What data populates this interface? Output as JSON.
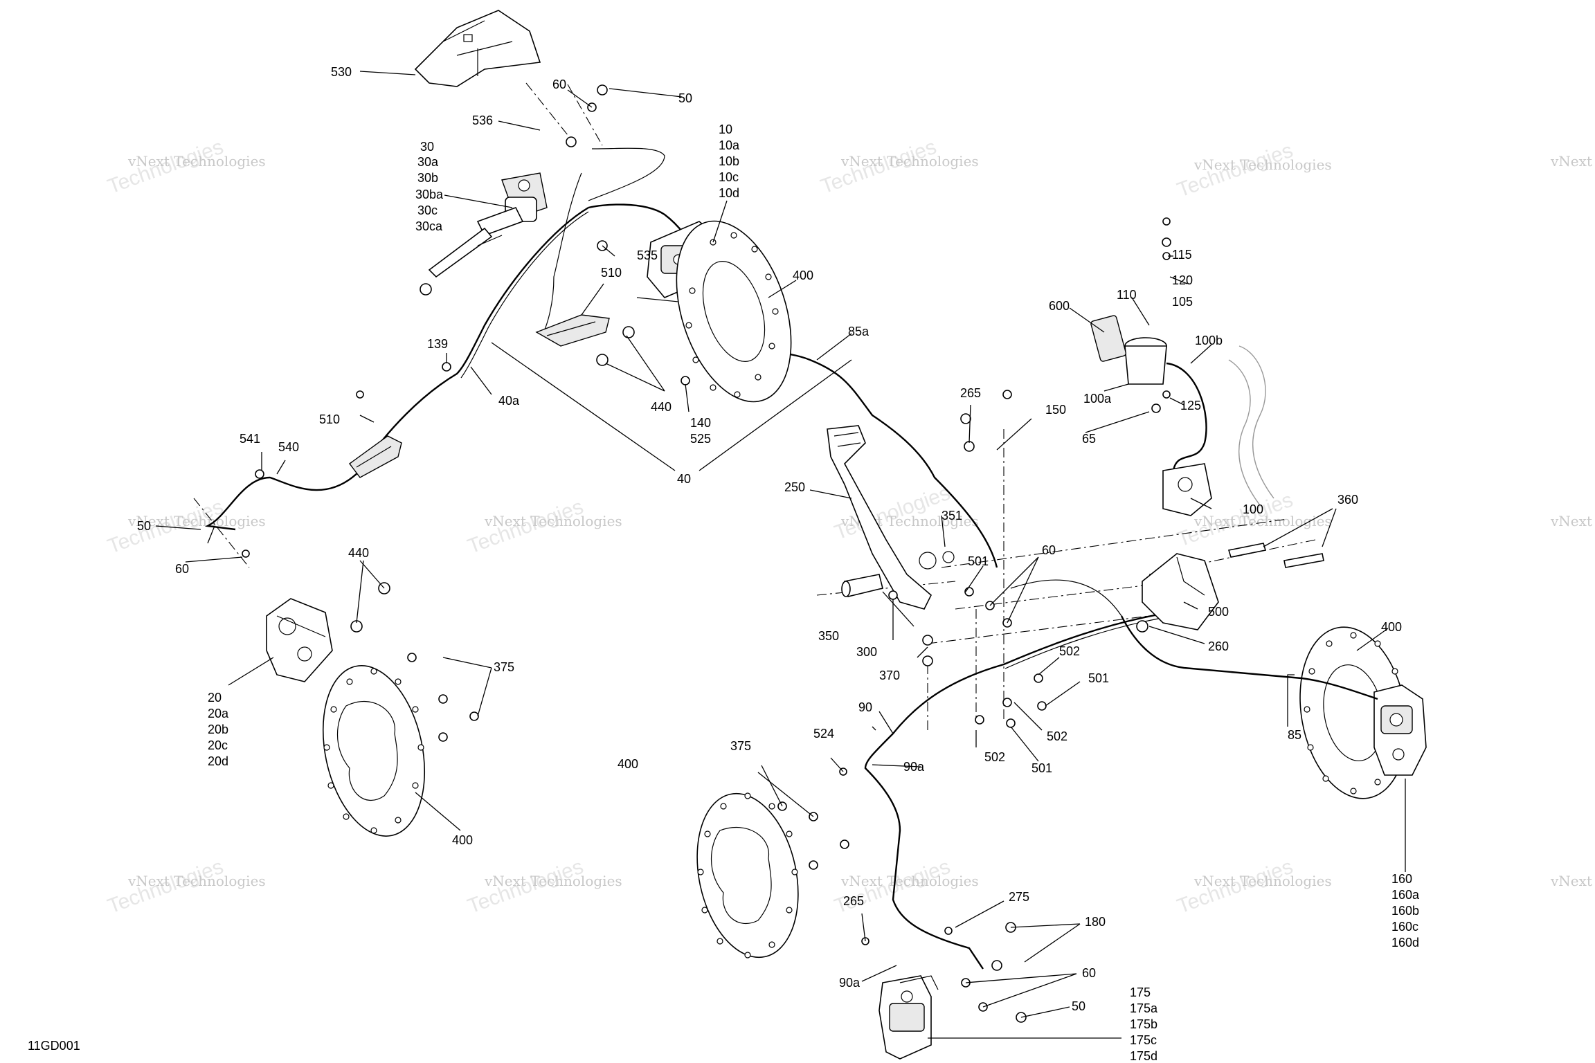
{
  "diagram_id": "11GD001",
  "watermark": {
    "line1": "vNext Technologies",
    "line2": "Technologies",
    "corner": "vNext"
  },
  "callouts": {
    "c530": "530",
    "c60a": "60",
    "c50a": "50",
    "c536": "536",
    "c30": "30",
    "c30a": "30a",
    "c30b": "30b",
    "c30ba": "30ba",
    "c30c": "30c",
    "c30ca": "30ca",
    "c10": "10",
    "c10a": "10a",
    "c10b": "10b",
    "c10c": "10c",
    "c10d": "10d",
    "c535": "535",
    "c510a": "510",
    "c400a": "400",
    "c85a": "85a",
    "c139": "139",
    "c40a": "40a",
    "c440a": "440",
    "c140": "140",
    "c525": "525",
    "c40": "40",
    "c510b": "510",
    "c541": "541",
    "c540": "540",
    "c50b": "50",
    "c60b": "60",
    "c440b": "440",
    "c20": "20",
    "c20a": "20a",
    "c20b": "20b",
    "c20c": "20c",
    "c20d": "20d",
    "c375a": "375",
    "c400b": "400",
    "c600": "600",
    "c110": "110",
    "c115": "115",
    "c120": "120",
    "c105": "105",
    "c100b": "100b",
    "c100a": "100a",
    "c125": "125",
    "c65": "65",
    "c100": "100",
    "c265a": "265",
    "c150": "150",
    "c250": "250",
    "c351": "351",
    "c350": "350",
    "c300": "300",
    "c501a": "501",
    "c60c": "60",
    "c360": "360",
    "c500": "500",
    "c260": "260",
    "c370": "370",
    "c502a": "502",
    "c501b": "501",
    "c502b": "502",
    "c502c": "502",
    "c501c": "501",
    "c400c": "400",
    "c85": "85",
    "c90": "90",
    "c524": "524",
    "c90a": "90a",
    "c375b": "375",
    "c400d": "400",
    "c160": "160",
    "c160a": "160a",
    "c160b": "160b",
    "c160c": "160c",
    "c160d": "160d",
    "c265b": "265",
    "c275": "275",
    "c180": "180",
    "c90b": "90a",
    "c60d": "60",
    "c50c": "50",
    "c175": "175",
    "c175a": "175a",
    "c175b": "175b",
    "c175c": "175c",
    "c175d": "175d"
  }
}
